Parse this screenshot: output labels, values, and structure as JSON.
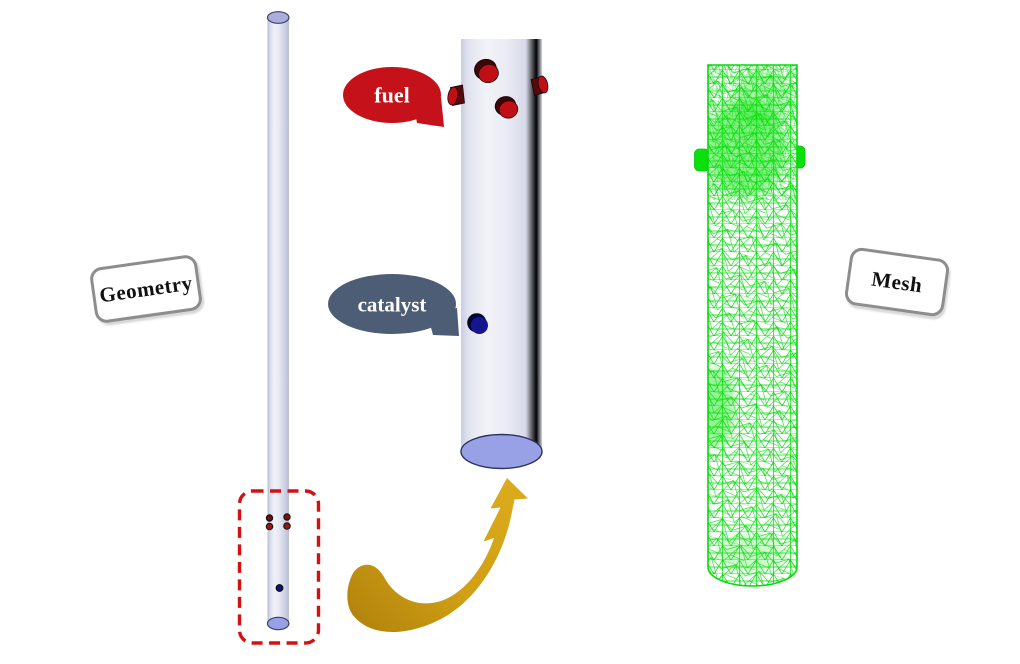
{
  "figure": {
    "left_label": "Geometry",
    "right_label": "Mesh"
  },
  "callouts": {
    "fuel": {
      "label": "fuel",
      "color": "#c5121a"
    },
    "catalyst": {
      "label": "catalyst",
      "color": "#4e5d76"
    }
  },
  "colors": {
    "port_red": "#c01016",
    "port_rim_dark_red": "#4a0708",
    "catalyst_port_blue": "#15158f",
    "dashed_box_red": "#d21212",
    "mesh_green": "#00dc05",
    "mesh_stub_green": "#0ce00c",
    "arrow_gold": "#d2a117",
    "tube_body_lavender": "#e6e8f2",
    "end_cap_periwinkle": "#98a0e6"
  }
}
